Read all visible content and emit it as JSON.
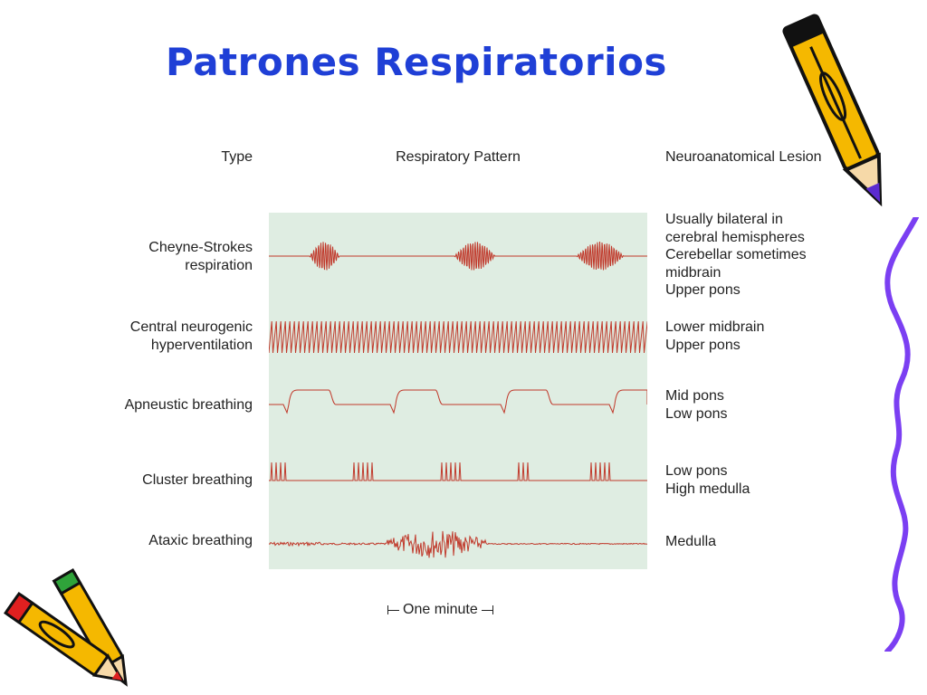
{
  "slide": {
    "title": "Patrones Respiratorios"
  },
  "table": {
    "headers": {
      "type": "Type",
      "pattern": "Respiratory Pattern",
      "lesion": "Neuroanatomical Lesion"
    },
    "rows": [
      {
        "type_lines": [
          "Cheyne-Strokes",
          "respiration"
        ],
        "lesion_lines": [
          "Usually bilateral in",
          "cerebral hemispheres",
          "Cerebellar sometimes",
          "midbrain",
          "Upper pons"
        ]
      },
      {
        "type_lines": [
          "Central neurogenic",
          "hyperventilation"
        ],
        "lesion_lines": [
          "Lower midbrain",
          "Upper pons"
        ]
      },
      {
        "type_lines": [
          "Apneustic breathing"
        ],
        "lesion_lines": [
          "Mid pons",
          "Low pons"
        ]
      },
      {
        "type_lines": [
          "Cluster breathing"
        ],
        "lesion_lines": [
          "Low pons",
          "High medulla"
        ]
      },
      {
        "type_lines": [
          "Ataxic breathing"
        ],
        "lesion_lines": [
          "Medulla"
        ]
      }
    ],
    "scale_label": "One minute"
  },
  "colors": {
    "title": "#1f3fd6",
    "trace": "#c0392b",
    "panel": "#dfede2",
    "squiggle": "#7b3ff2"
  },
  "decorations": {
    "top_right": "pencil-icon",
    "bottom_left": "crossed-pencils-icon",
    "right_edge": "squiggle-border"
  }
}
